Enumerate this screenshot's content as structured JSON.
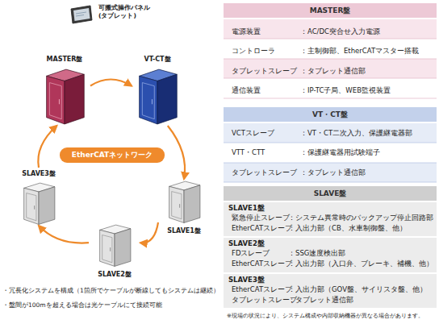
{
  "diagram": {
    "nodes": [
      {
        "text": [
          "可搬式操作パネル (タブレット)"
        ]
      },
      {
        "text": [
          "MASTER盤"
        ]
      },
      {
        "text": [
          "VT-CT盤"
        ]
      },
      {
        "text": [
          "EtherCATネットワーク"
        ]
      },
      {
        "text": [
          "SLAVE1盤"
        ]
      },
      {
        "text": [
          "SLAVE2盤"
        ]
      },
      {
        "text": [
          "SLAVE3盤"
        ]
      },
      {
        "text": [
          "MASTER盤"
        ]
      },
      {
        "text": [
          "VT・CT盤"
        ]
      },
      {
        "text": [
          "SLAVE盤"
        ]
      }
    ],
    "edges": [
      {
        "from": 1,
        "to": 2,
        "arrow": "to"
      },
      {
        "from": 2,
        "to": 4,
        "arrow": "to"
      },
      {
        "from": 4,
        "to": 5,
        "arrow": "to"
      },
      {
        "from": 5,
        "to": 6,
        "arrow": "to"
      },
      {
        "from": 6,
        "to": 1,
        "arrow": "to"
      }
    ],
    "labels": [
      "電源装置",
      "：AC/DC突合せ入力電源",
      "コントローラ",
      "：主制御部、EtherCATマスター搭載",
      "タブレットスレーブ",
      "：タブレット通信部",
      "通信装置",
      "：IP-TC子局、WEB監視装置",
      "VCTスレーブ",
      "：VT・CT二次入力、保護継電器部",
      "VTT・CTT",
      "：保護継電器用試験端子",
      "タブレットスレーブ",
      "：タブレット通信部",
      "SLAVE1盤",
      "緊急停止スレーブ",
      "：システム異常時のバックアップ停止回路部",
      "EtherCATスレーブ",
      "：入出力部（CB、水車制御盤、他）",
      "SLAVE2盤",
      "FDスレーブ",
      "：SSG速度検出部",
      "EtherCATスレーブ",
      "：入出力部（入口弁、ブレーキ、補機、他）",
      "SLAVE3盤",
      "EtherCATスレーブ",
      "：入出力部（GOV盤、サイリスタ盤、他）",
      "タブレットスレーブ",
      "：タブレット通信部",
      "・冗長化システムを構成（1箇所でケーブルが断線してもシステムは継続）",
      "・盤間が100mを超える場合は光ケーブルにて接続可能",
      "※現場の状況により、システム構成や内部収納機器が異なる場合があります。"
    ]
  }
}
